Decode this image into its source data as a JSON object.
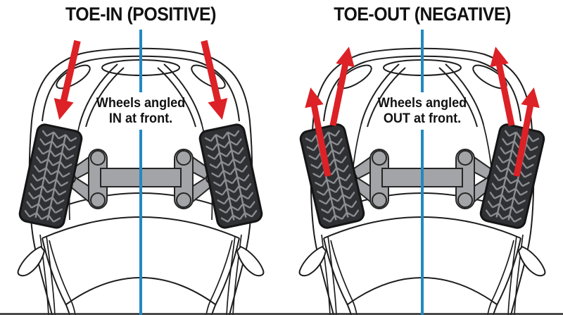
{
  "diagram": {
    "description": "Wheel toe alignment comparison, top view of car front",
    "colors": {
      "center_line_blue": "#2289c2",
      "arrow_red": "#dc2127",
      "line_ink": "#1d1d1d",
      "suspension_gray": "#a2a4a7",
      "tire_dark": "#2e3033"
    },
    "panels": [
      {
        "id": "toe-in",
        "title": "TOE-IN (POSITIVE)",
        "label_line1": "Wheels angled",
        "label_line2": "IN at front.",
        "arrow_direction": "down",
        "arrows_per_wheel": 1
      },
      {
        "id": "toe-out",
        "title": "TOE-OUT (NEGATIVE)",
        "label_line1": "Wheels angled",
        "label_line2": "OUT at front.",
        "arrow_direction": "up",
        "arrows_per_wheel": 2
      }
    ]
  }
}
